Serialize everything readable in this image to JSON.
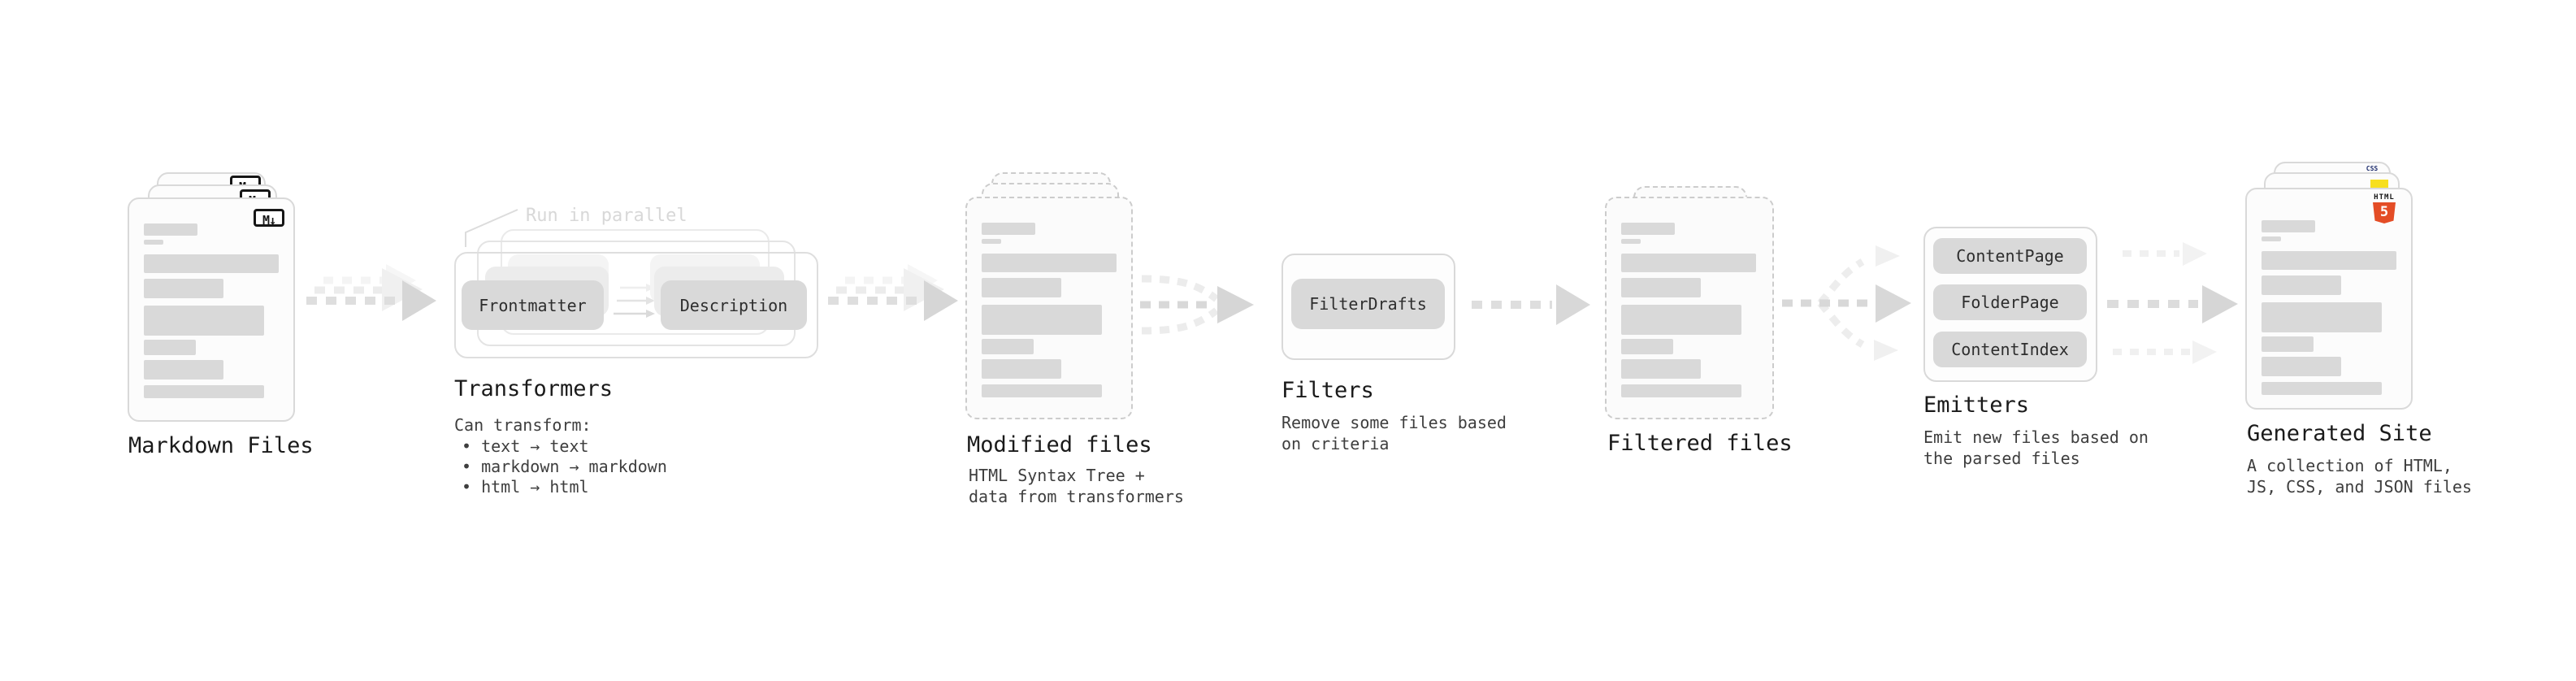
{
  "diagram": {
    "markdown_files": {
      "label": "Markdown Files",
      "badge": "M↓"
    },
    "transformers": {
      "annotation": "Run in parallel",
      "pills": [
        "Frontmatter",
        "Description"
      ],
      "label": "Transformers",
      "description_title": "Can transform:",
      "bullets": [
        "• text → text",
        "• markdown → markdown",
        "• html → html"
      ]
    },
    "modified_files": {
      "label": "Modified files",
      "description": [
        "HTML Syntax Tree +",
        "data from transformers"
      ]
    },
    "filters": {
      "pills": [
        "FilterDrafts"
      ],
      "label": "Filters",
      "description": [
        "Remove some files based",
        "on criteria"
      ]
    },
    "filtered_files": {
      "label": "Filtered files"
    },
    "emitters": {
      "pills": [
        "ContentPage",
        "FolderPage",
        "ContentIndex"
      ],
      "label": "Emitters",
      "description": [
        "Emit new files based on",
        "the parsed files"
      ]
    },
    "generated_site": {
      "label": "Generated Site",
      "description": [
        "A collection of HTML,",
        "JS, CSS, and JSON files"
      ],
      "badges": {
        "css": "CSS",
        "html": "HTML",
        "html_number": "5"
      }
    },
    "colors": {
      "html5_orange": "#e44d26",
      "js_yellow": "#f7df1e",
      "css_blue": "#2d53e5",
      "pill_gray": "#d9d9d9"
    }
  }
}
